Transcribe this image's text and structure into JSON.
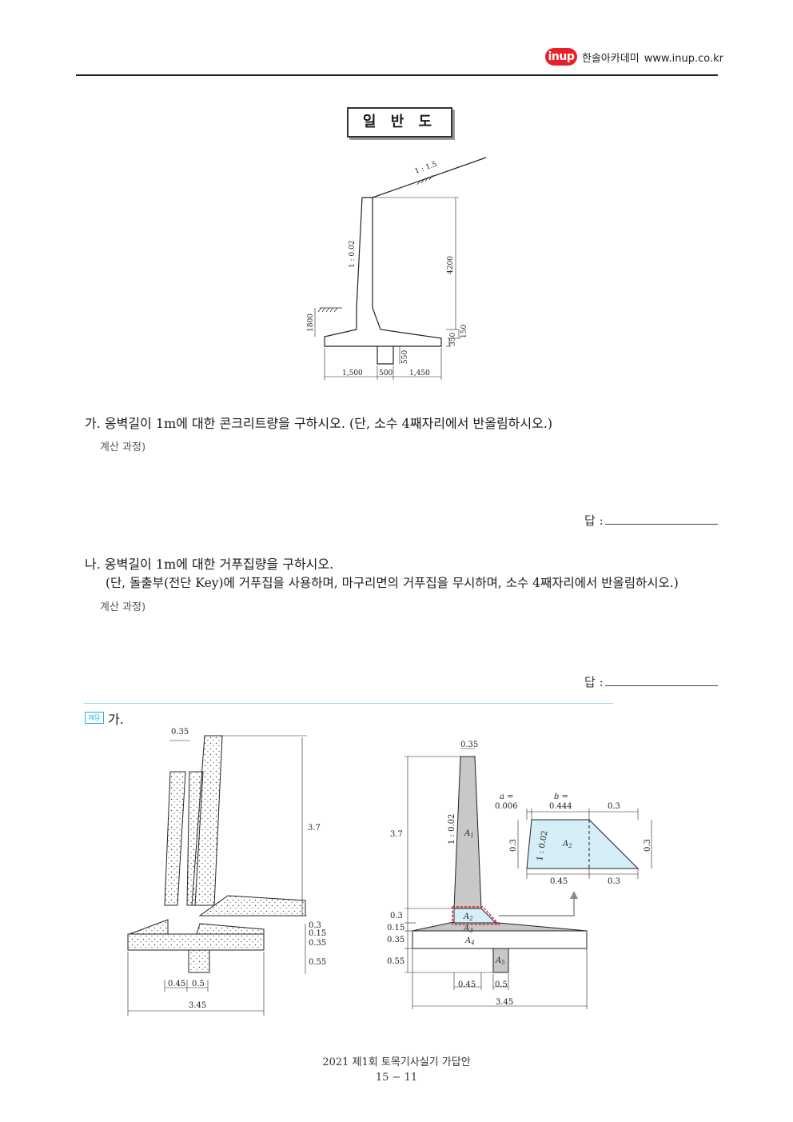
{
  "header": {
    "logo": "inup",
    "brand": "한솔아카데미",
    "site": "www.inup.co.kr"
  },
  "title": "일 반 도",
  "general_drawing": {
    "slope_top": "1 : 1.5",
    "slope_wall": "1 : 0.02",
    "dim_height": "4200",
    "dim_front_soil": "1800",
    "dim_base_thick": "350",
    "dim_haunch": "150",
    "dim_key_height": "550",
    "dim_left": "1,500",
    "dim_key_width": "500",
    "dim_right": "1,450"
  },
  "question_a": {
    "text": "가. 옹벽길이 1m에 대한 콘크리트량을 구하시오. (단, 소수 4째자리에서 반올림하시오.)",
    "calc": "계산 과정)",
    "answer": "답 :"
  },
  "question_b": {
    "text": "나. 옹벽길이 1m에 대한 거푸집량을 구하시오.",
    "note": "(단, 돌출부(전단 Key)에 거푸집을 사용하며, 마구리면의 거푸집을 무시하며, 소수 4째자리에서 반올림하시오.)",
    "calc": "계산 과정)",
    "answer": "답 :"
  },
  "solution": {
    "badge": "해답",
    "label": "가."
  },
  "sol_left": {
    "top_w": "0.35",
    "h": "3.7",
    "d1": "0.3",
    "d2": "0.15",
    "d3": "0.35",
    "d4": "0.55",
    "w1": "0.45",
    "w2": "0.5",
    "total": "3.45"
  },
  "sol_right": {
    "top_w": "0.35",
    "h": "3.7",
    "slope": "1 : 0.02",
    "a1": "A",
    "a1_sub": "1",
    "a2": "A",
    "a2_sub": "2",
    "a3": "A",
    "a3_sub": "3",
    "a4": "A",
    "a4_sub": "4",
    "a5": "A",
    "a5_sub": "5",
    "d1": "0.3",
    "d2": "0.15",
    "d3": "0.35",
    "d4": "0.55",
    "w1": "0.45",
    "w2": "0.5",
    "total": "3.45"
  },
  "detail": {
    "a_label": "a =",
    "a_val": "0.006",
    "b_label": "b =",
    "b_val": "0.444",
    "top_right": "0.3",
    "height_left": "0.3",
    "height_right": "0.3",
    "slope": "1 : 0.02",
    "area": "A",
    "area_sub": "2",
    "bottom_left": "0.45",
    "bottom_right": "0.3"
  },
  "footer": {
    "title": "2021 제1회 토목기사실기 가답안",
    "page": "15 − 11"
  }
}
